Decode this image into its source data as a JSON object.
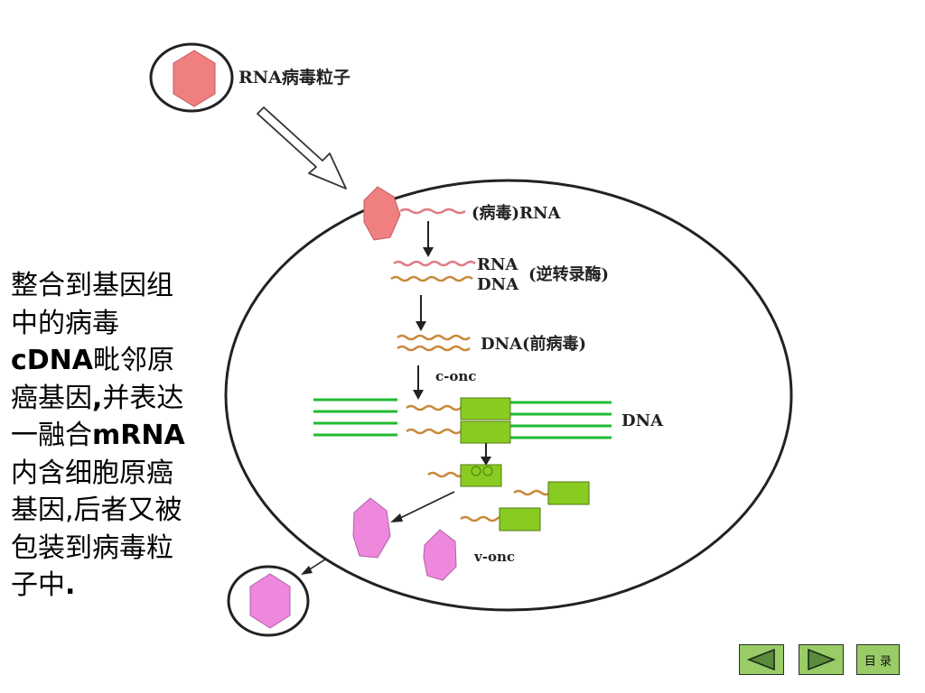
{
  "labels": {
    "virus_particle": "RNA病毒粒子",
    "viral_rna": "(病毒)RNA",
    "rna": "RNA",
    "dna": "DNA",
    "reverse_transcriptase": "(逆转录酶)",
    "provirus": "DNA(前病毒)",
    "c_onc": "c-onc",
    "host_dna": "DNA",
    "v_onc": "v-onc"
  },
  "side_text": {
    "part1": "整合到基因组\n中的病毒\n",
    "part2": "cDNA",
    "part3": "毗邻原\n癌基因",
    "part4": ",",
    "part5": "并表达\n一融合",
    "part6": "mRNA",
    "part7": "\n内含细胞原癌\n基因,后者又被\n包装到病毒粒\n子中",
    "part8": "."
  },
  "nav": {
    "prev_icon": "triangle-left",
    "next_icon": "triangle-right",
    "toc_label": "目 录"
  },
  "colors": {
    "rna_strand": "#e07a84",
    "dna_strand": "#c8893a",
    "virus_pink": "#f08080",
    "virus_magenta": "#ee88dd",
    "gene_green": "#88cc22",
    "host_dna_green": "#22bb33",
    "nav_green": "#99cc66"
  }
}
